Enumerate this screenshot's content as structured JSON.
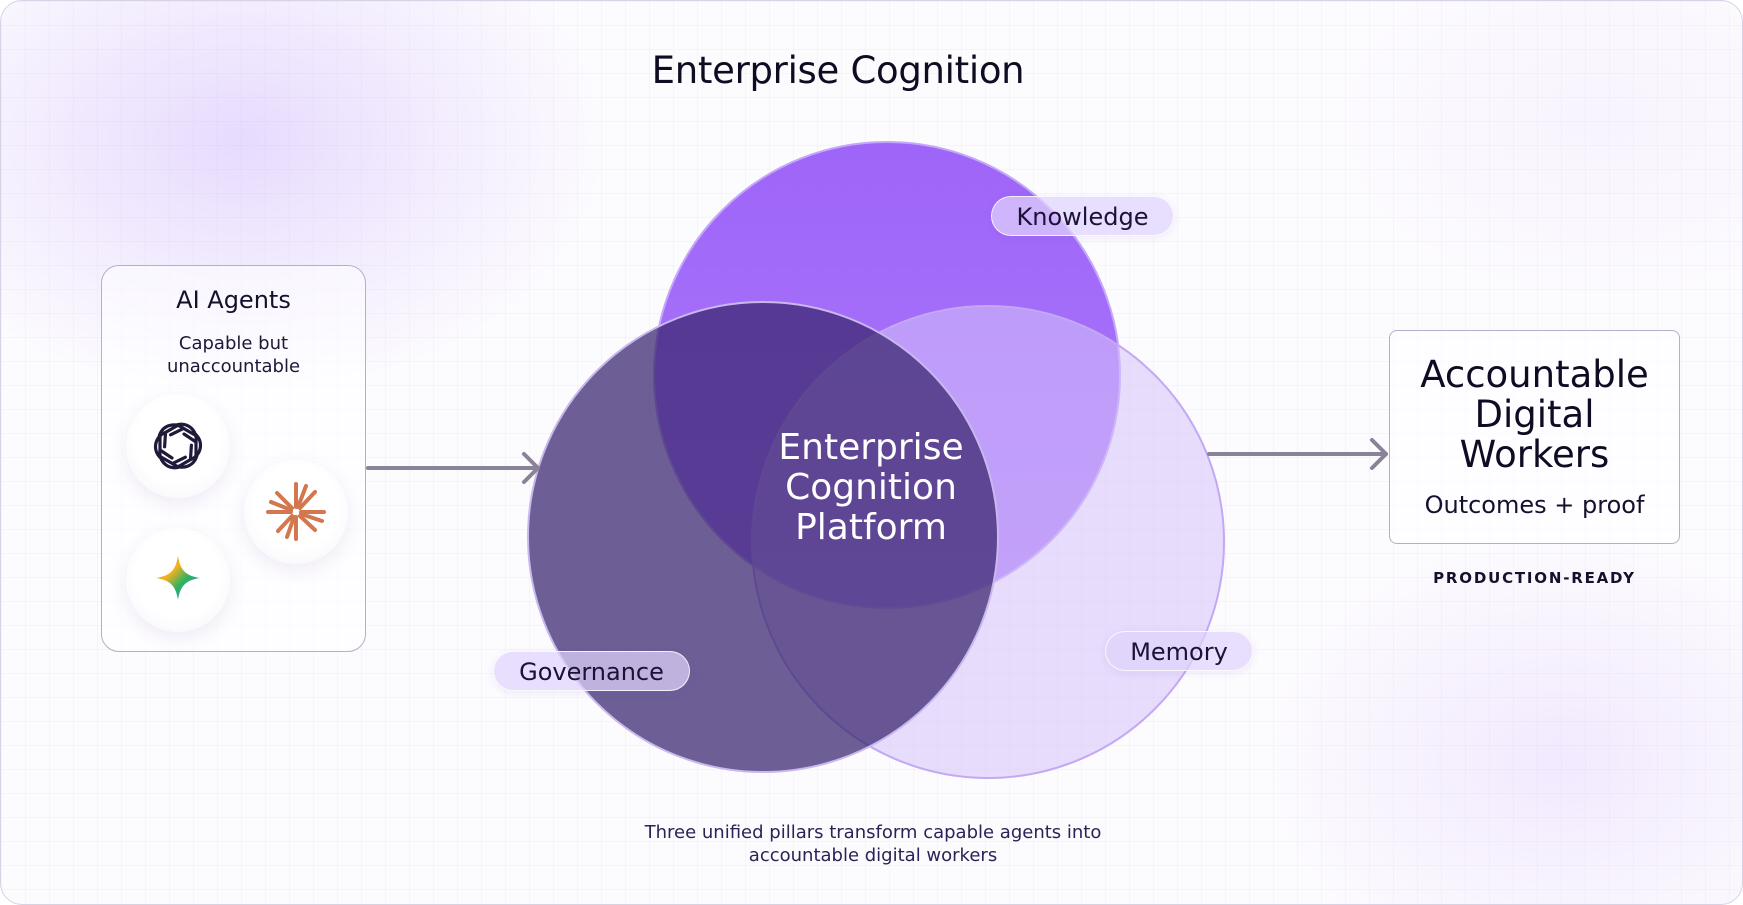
{
  "title": "Enterprise Cognition",
  "agents": {
    "title": "AI Agents",
    "subtitle_line1": "Capable but",
    "subtitle_line2": "unaccountable",
    "logos": [
      "openai-logo-icon",
      "claude-logo-icon",
      "gemini-logo-icon"
    ]
  },
  "venn": {
    "pillars": [
      {
        "label": "Knowledge",
        "color": "#a269fb"
      },
      {
        "label": "Governance",
        "color": "#5e4c8c"
      },
      {
        "label": "Memory",
        "color": "#d6c3fa"
      }
    ],
    "center_line1": "Enterprise",
    "center_line2": "Cognition",
    "center_line3": "Platform"
  },
  "output": {
    "title_line1": "Accountable",
    "title_line2": "Digital",
    "title_line3": "Workers",
    "subtitle": "Outcomes + proof",
    "tag": "PRODUCTION-READY"
  },
  "caption_line1": "Three unified pillars transform capable agents into",
  "caption_line2": "accountable digital workers",
  "colors": {
    "accent": "#a269fb",
    "arrow": "#8a8398",
    "text": "#1c1633"
  }
}
